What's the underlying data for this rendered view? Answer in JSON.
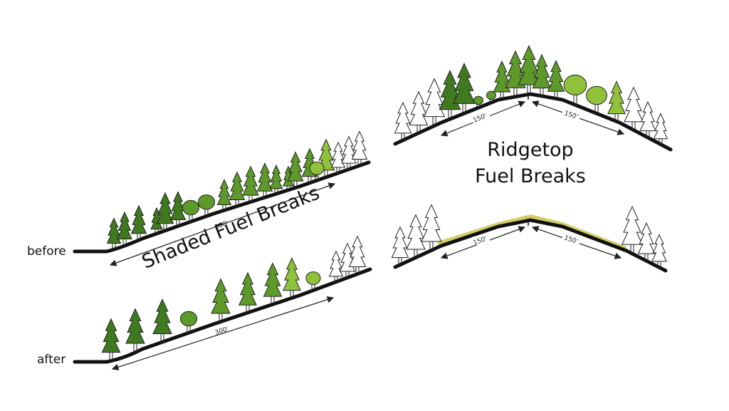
{
  "labels": {
    "before": "before",
    "after": "after",
    "shaded_title": "Shaded Fuel Breaks",
    "ridge_title_line1": "Ridgetop",
    "ridge_title_line2": "Fuel Breaks"
  },
  "dimensions": {
    "shaded_before": "300'",
    "shaded_after": "300'",
    "ridge_before_left": "150'",
    "ridge_before_right": "150'",
    "ridge_after_left": "150'",
    "ridge_after_right": "150'"
  },
  "colors": {
    "dark_green": "#3f7a1e",
    "mid_green": "#5e9a2a",
    "light_green": "#8fc23a",
    "grass": "#c8c040",
    "ground": "#111111"
  }
}
